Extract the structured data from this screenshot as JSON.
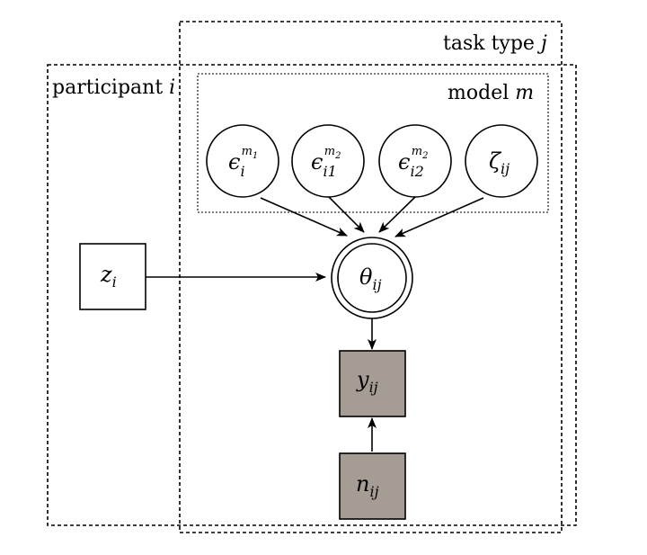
{
  "plates": {
    "task_type": {
      "label": "task type",
      "index": "j"
    },
    "participant": {
      "label": "participant",
      "index": "i"
    },
    "model": {
      "label": "model",
      "index": "m"
    }
  },
  "nodes": {
    "eps_i": {
      "symbol": "ϵ",
      "sub": "i",
      "sup": "m",
      "supsub": "1"
    },
    "eps_i1": {
      "symbol": "ϵ",
      "sub": "i1",
      "sup": "m",
      "supsub": "2"
    },
    "eps_i2": {
      "symbol": "ϵ",
      "sub": "i2",
      "sup": "m",
      "supsub": "2"
    },
    "zeta": {
      "symbol": "ζ",
      "sub": "ij"
    },
    "z": {
      "symbol": "z",
      "sub": "i"
    },
    "theta": {
      "symbol": "θ",
      "sub": "ij"
    },
    "y": {
      "symbol": "y",
      "sub": "ij"
    },
    "n": {
      "symbol": "n",
      "sub": "ij"
    }
  },
  "colors": {
    "observed_fill": "#a59c94",
    "stroke": "#000000"
  }
}
